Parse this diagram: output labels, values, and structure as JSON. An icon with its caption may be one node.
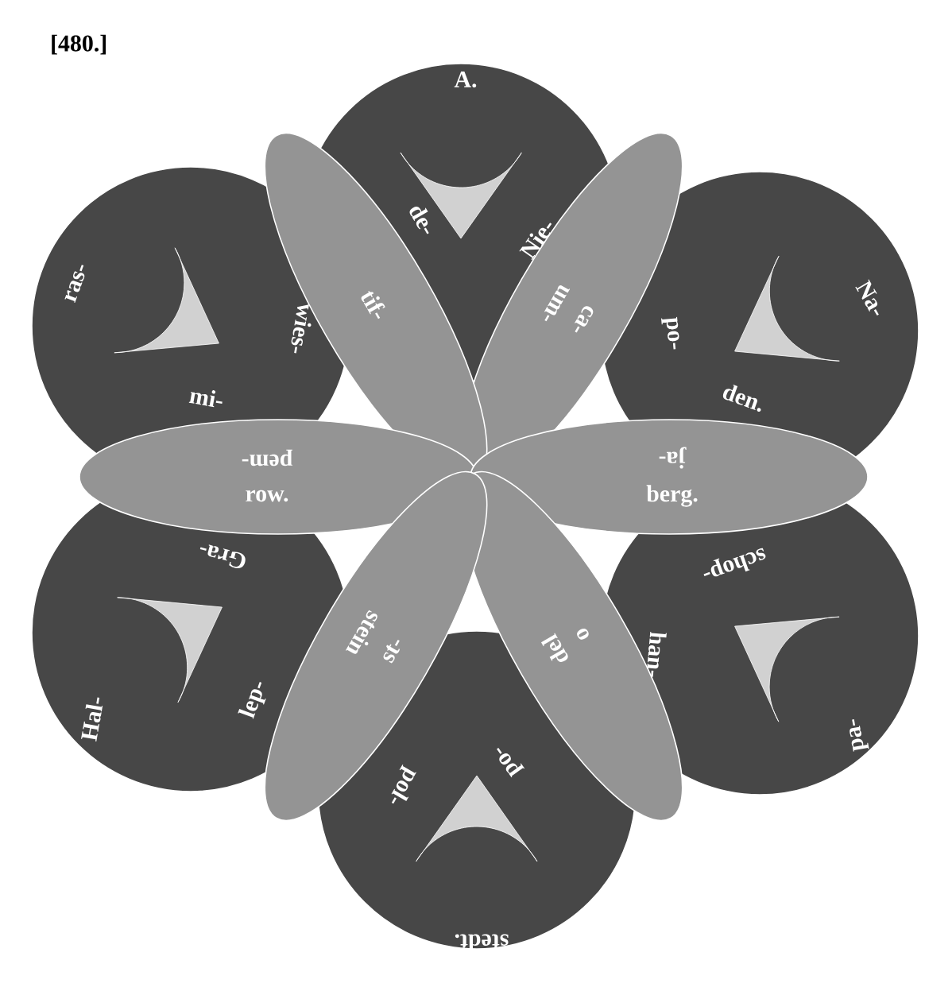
{
  "diagram": {
    "labels": [
      "[480.]",
      "A.",
      "de-",
      "Nie-",
      "Na-",
      "po-",
      "den.",
      "schop-",
      "han-",
      "pa-",
      "po-",
      "pol-",
      "stedt.",
      "Gra-",
      "Hal-",
      "lep-",
      "ras-",
      "wies-",
      "mi-",
      "tif-",
      "um-",
      "ca-",
      "ja-",
      "berg.",
      "pem-",
      "row.",
      "st-",
      "stein",
      "o",
      "del"
    ]
  }
}
